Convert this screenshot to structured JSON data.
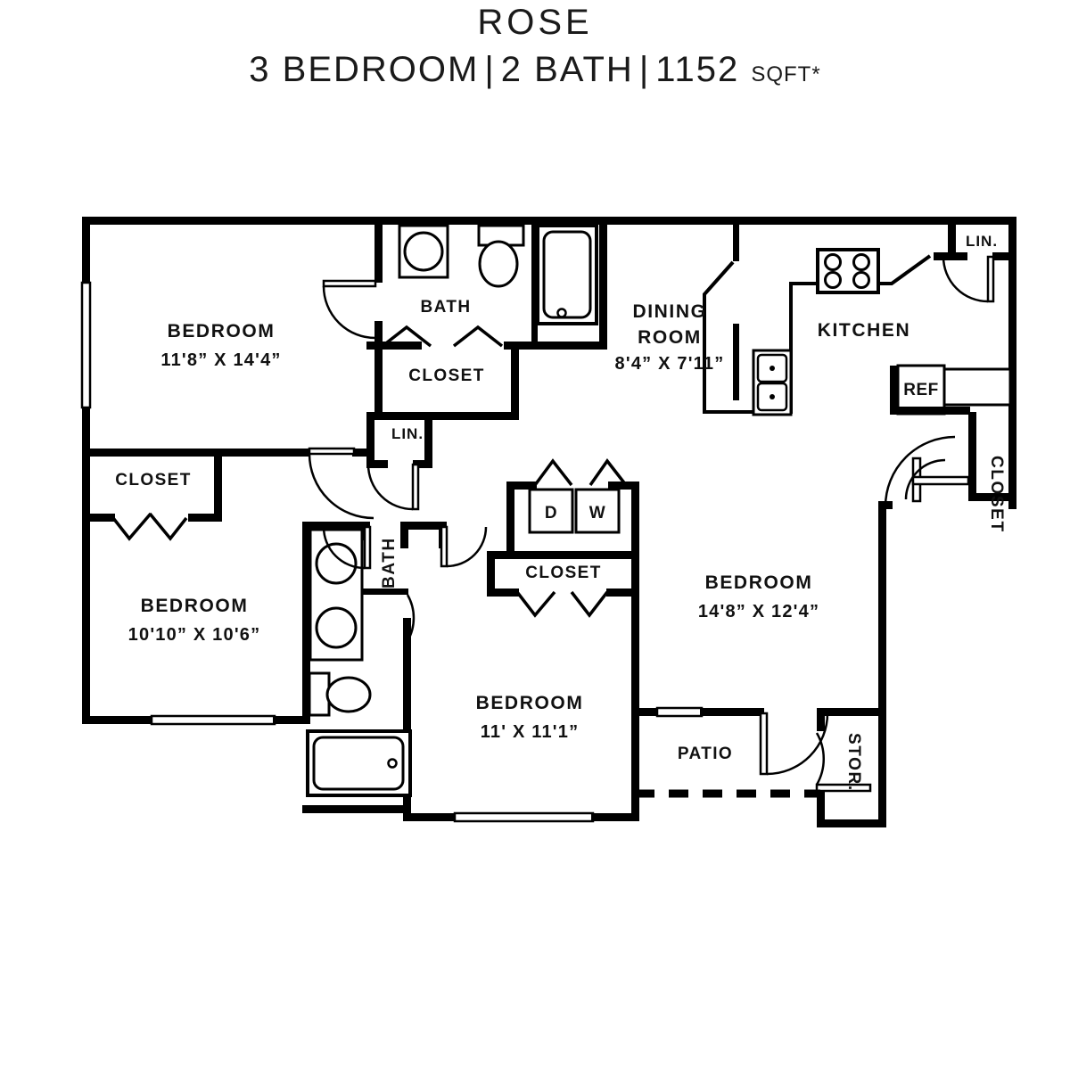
{
  "plan": {
    "name": "ROSE",
    "bedrooms_label": "3 BEDROOM",
    "baths_label": "2 BATH",
    "area_value": "1152",
    "area_unit": "SQFT*",
    "separator": "|"
  },
  "rooms": {
    "bedroom_master": {
      "name": "BEDROOM",
      "dim": "11'8” X 14'4”"
    },
    "bedroom_left": {
      "name": "BEDROOM",
      "dim": "10'10” X 10'6”"
    },
    "bedroom_center": {
      "name": "BEDROOM",
      "dim": "11' X 11'1”"
    },
    "bedroom_right": {
      "name": "BEDROOM",
      "dim": "14'8” X 12'4”"
    },
    "dining": {
      "name_line1": "DINING",
      "name_line2": "ROOM",
      "dim": "8'4” X 7'11”"
    },
    "kitchen": {
      "name": "KITCHEN"
    },
    "bath_top": {
      "name": "BATH"
    },
    "bath_mid": {
      "name": "BATH"
    },
    "closet_top": {
      "name": "CLOSET"
    },
    "closet_left": {
      "name": "CLOSET"
    },
    "closet_laundry": {
      "name": "CLOSET"
    },
    "closet_entry": {
      "name": "CLOSET"
    },
    "linen_top": {
      "name": "LIN."
    },
    "linen_hall": {
      "name": "LIN."
    },
    "patio": {
      "name": "PATIO"
    },
    "storage": {
      "name": "STOR."
    }
  },
  "fixtures": {
    "dryer": "D",
    "washer": "W",
    "refrigerator": "REF"
  },
  "colors": {
    "wall": "#000000",
    "background": "#ffffff",
    "text": "#111111"
  }
}
